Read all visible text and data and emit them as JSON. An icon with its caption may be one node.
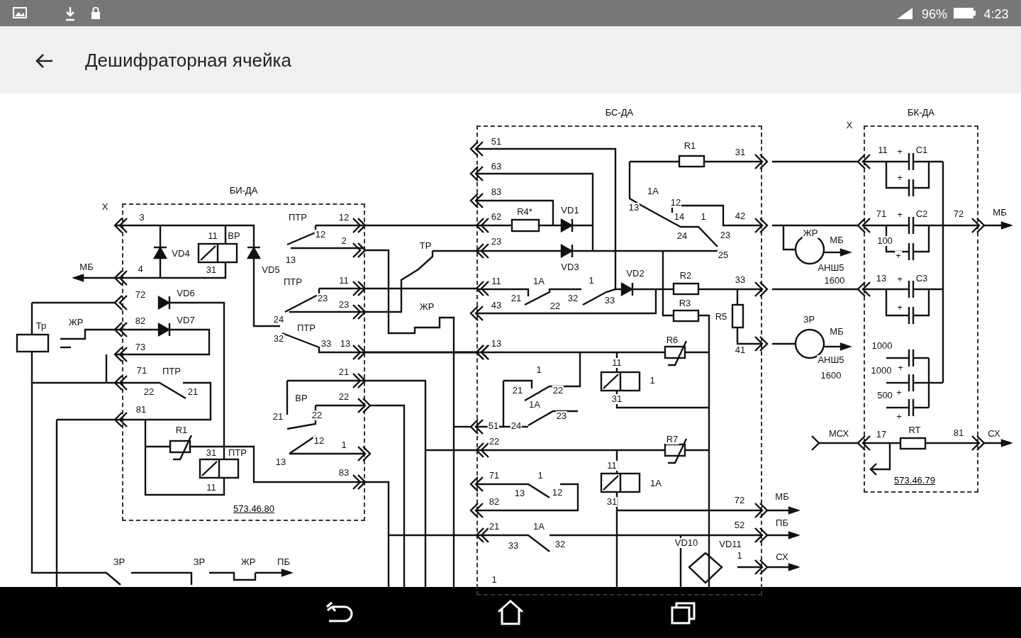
{
  "diagram": {
    "title": "Дешифраторная ячейка",
    "nodes": [
      {
        "text": [
          "БИ-ДА",
          "573.46.80"
        ]
      },
      {
        "text": [
          "БС-ДА"
        ]
      },
      {
        "text": [
          "БК-ДА",
          "573.46.79"
        ]
      }
    ],
    "edges": [
      {
        "from": 0,
        "to": 1,
        "arrow": "other"
      },
      {
        "from": 0,
        "to": 1,
        "arrow": "other"
      },
      {
        "from": 0,
        "to": 1,
        "arrow": "other"
      },
      {
        "from": 0,
        "to": 1,
        "arrow": "other"
      },
      {
        "from": 0,
        "to": 1,
        "arrow": "other"
      },
      {
        "from": 0,
        "to": 1,
        "arrow": "other"
      },
      {
        "from": 0,
        "to": 1,
        "arrow": "other"
      }
    ],
    "labels": [
      "96%",
      "4:23",
      "X",
      "3",
      "11",
      "ВР",
      "VD4",
      "31",
      "VD5",
      "МБ",
      "4",
      "ПТР",
      "12",
      "12",
      "2",
      "13",
      "ПТР",
      "11",
      "23",
      "23",
      "24",
      "ПТР",
      "32",
      "33",
      "13",
      "72",
      "VD6",
      "82",
      "VD7",
      "Тр",
      "ЖР",
      "73",
      "71",
      "ПТР",
      "22",
      "21",
      "81",
      "21",
      "ВР",
      "22",
      "21",
      "22",
      "R1",
      "12",
      "1",
      "31",
      "ПТР",
      "13",
      "83",
      "11",
      "ЗР",
      "ЗР",
      "ЖР",
      "ПБ",
      "51",
      "R1",
      "31",
      "63",
      "83",
      "1А",
      "13",
      "12",
      "62",
      "R4*",
      "VD1",
      "14",
      "1",
      "42",
      "24",
      "23",
      "23",
      "ТР",
      "25",
      "VD3",
      "VD2",
      "R2",
      "11",
      "1А",
      "1",
      "33",
      "21",
      "32",
      "33",
      "22",
      "R3",
      "ЖР",
      "43",
      "R5",
      "R6",
      "13",
      "41",
      "11",
      "1",
      "1",
      "21",
      "22",
      "31",
      "1А",
      "23",
      "51",
      "24",
      "22",
      "R7",
      "11",
      "71",
      "1",
      "1А",
      "13",
      "12",
      "82",
      "31",
      "72",
      "МБ",
      "21",
      "1А",
      "52",
      "ПБ",
      "33",
      "32",
      "VD10",
      "VD11",
      "1",
      "СХ",
      "1",
      "ЖР",
      "МБ",
      "АНШ5",
      "1600",
      "ЗР",
      "МБ",
      "АНШ5",
      "1600",
      "X",
      "11",
      "+",
      "С1",
      "+",
      "71",
      "+",
      "С2",
      "72",
      "МБ",
      "100",
      "+",
      "13",
      "+",
      "С3",
      "+",
      "1000",
      "+",
      "1000",
      "+",
      "500",
      "+",
      "МСХ",
      "17",
      "RT",
      "81",
      "СХ"
    ]
  }
}
